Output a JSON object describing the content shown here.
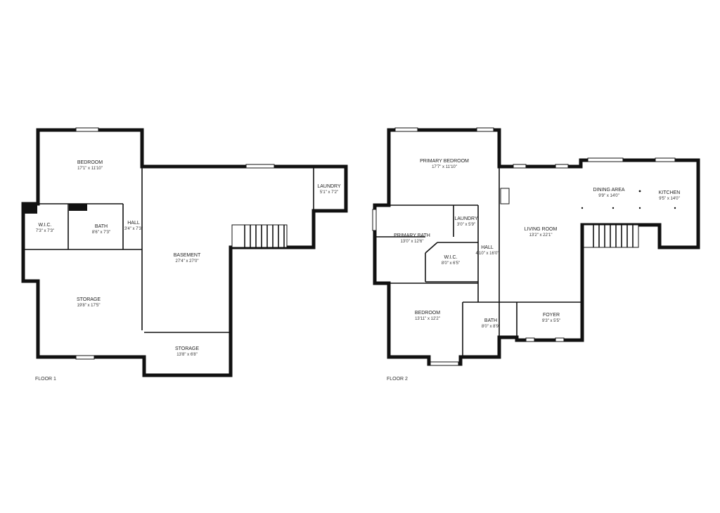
{
  "floors": [
    {
      "label": "FLOOR 1",
      "rooms": [
        {
          "name": "BEDROOM",
          "dims": "17'1\" x 11'10\""
        },
        {
          "name": "W.I.C.",
          "dims": "7'3\" x 7'3\""
        },
        {
          "name": "BATH",
          "dims": "8'6\" x 7'3\""
        },
        {
          "name": "HALL",
          "dims": "3'4\" x 7'3\""
        },
        {
          "name": "STORAGE",
          "dims": "19'8\" x 17'5\""
        },
        {
          "name": "BASEMENT",
          "dims": "27'4\" x 27'0\""
        },
        {
          "name": "LAUNDRY",
          "dims": "5'1\" x 7'2\""
        },
        {
          "name": "STORAGE",
          "dims": "13'8\" x 6'8\""
        }
      ]
    },
    {
      "label": "FLOOR 2",
      "rooms": [
        {
          "name": "PRIMARY BEDROOM",
          "dims": "17'7\" x 11'10\""
        },
        {
          "name": "PRIMARY BATH",
          "dims": "13'0\" x 12'6\""
        },
        {
          "name": "LAUNDRY",
          "dims": "3'0\" x 5'9\""
        },
        {
          "name": "W.I.C.",
          "dims": "8'0\" x 6'5\""
        },
        {
          "name": "HALL",
          "dims": "4'10\" x 16'0\""
        },
        {
          "name": "LIVING ROOM",
          "dims": "13'2\" x 22'1\""
        },
        {
          "name": "DINING AREA",
          "dims": "9'9\" x 14'0\""
        },
        {
          "name": "KITCHEN",
          "dims": "9'5\" x 14'0\""
        },
        {
          "name": "BEDROOM",
          "dims": "13'11\" x 12'2\""
        },
        {
          "name": "BATH",
          "dims": "8'0\" x 8'9\""
        },
        {
          "name": "FOYER",
          "dims": "9'3\" x 5'5\""
        }
      ]
    }
  ]
}
